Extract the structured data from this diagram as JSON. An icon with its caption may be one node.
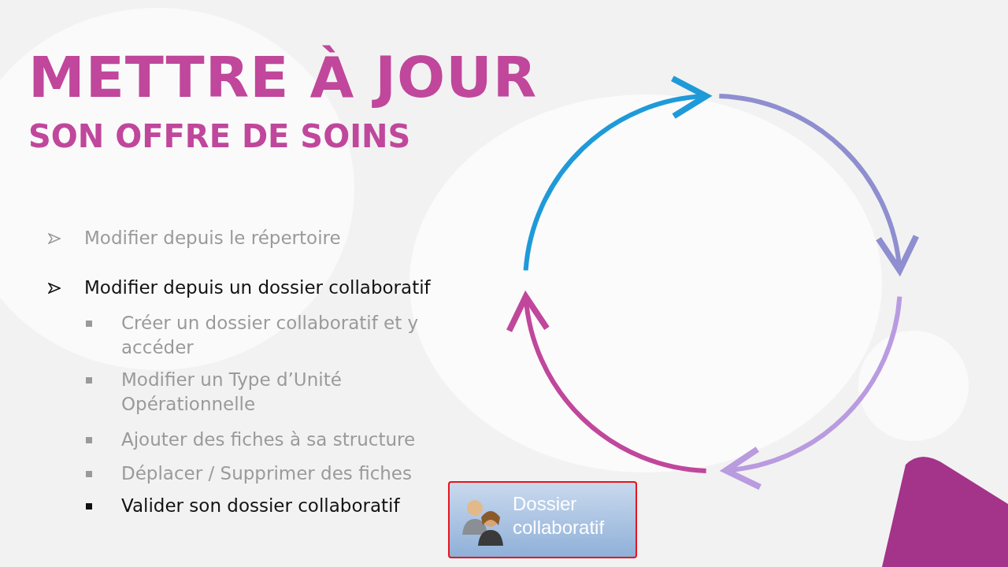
{
  "diagram": {
    "title": "METTRE À JOUR",
    "nodes": [
      {
        "text": [
          "Dossier collaboratif"
        ]
      }
    ],
    "edges": [],
    "labels": [
      "SON OFFRE DE SOINS",
      "Modifier depuis le répertoire",
      "Modifier depuis un dossier collaboratif",
      "Créer un dossier collaboratif et y accéder",
      "Modifier un Type d’Unité Opérationnelle",
      "Ajouter des fiches à sa structure",
      "Déplacer / Supprimer des fiches",
      "Valider son dossier collaboratif"
    ]
  }
}
